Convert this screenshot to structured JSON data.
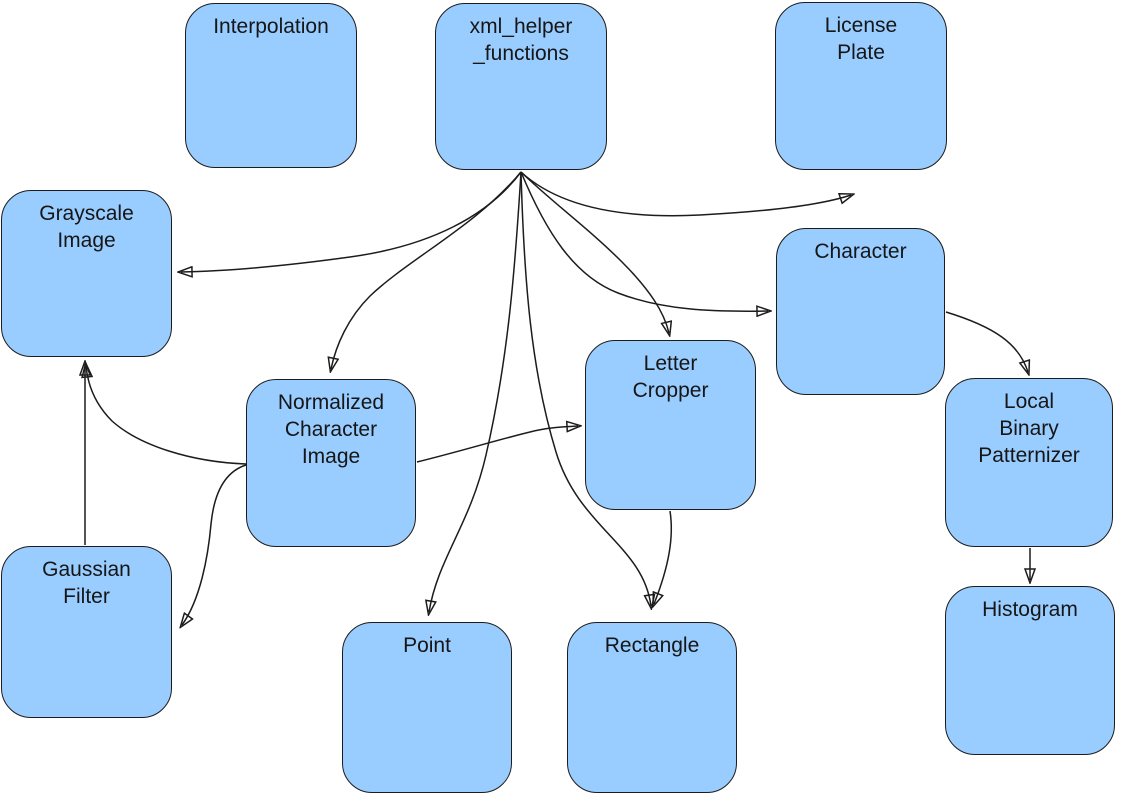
{
  "diagram": {
    "type": "class-dependency-diagram",
    "colors": {
      "node_fill": "#99ccff",
      "node_border": "#1c1c1c",
      "edge": "#1c1c1c",
      "text": "#161616",
      "background": "#ffffff"
    },
    "nodes": [
      {
        "id": "interpolation",
        "label": "Interpolation"
      },
      {
        "id": "xml_helper_functions",
        "label": "xml_helper\n_functions"
      },
      {
        "id": "license_plate",
        "label": "License\nPlate"
      },
      {
        "id": "grayscale_image",
        "label": "Grayscale\nImage"
      },
      {
        "id": "character",
        "label": "Character"
      },
      {
        "id": "normalized_character_image",
        "label": "Normalized\nCharacter\nImage"
      },
      {
        "id": "letter_cropper",
        "label": "Letter\nCropper"
      },
      {
        "id": "local_binary_patternizer",
        "label": "Local\nBinary\nPatternizer"
      },
      {
        "id": "gaussian_filter",
        "label": "Gaussian\nFilter"
      },
      {
        "id": "point",
        "label": "Point"
      },
      {
        "id": "rectangle",
        "label": "Rectangle"
      },
      {
        "id": "histogram",
        "label": "Histogram"
      }
    ],
    "edges": [
      {
        "from": "xml_helper_functions",
        "to": "license_plate"
      },
      {
        "from": "xml_helper_functions",
        "to": "grayscale_image"
      },
      {
        "from": "xml_helper_functions",
        "to": "normalized_character_image"
      },
      {
        "from": "xml_helper_functions",
        "to": "character"
      },
      {
        "from": "xml_helper_functions",
        "to": "letter_cropper"
      },
      {
        "from": "xml_helper_functions",
        "to": "point"
      },
      {
        "from": "xml_helper_functions",
        "to": "rectangle"
      },
      {
        "from": "normalized_character_image",
        "to": "letter_cropper"
      },
      {
        "from": "normalized_character_image",
        "to": "grayscale_image"
      },
      {
        "from": "normalized_character_image",
        "to": "gaussian_filter"
      },
      {
        "from": "gaussian_filter",
        "to": "grayscale_image"
      },
      {
        "from": "character",
        "to": "local_binary_patternizer"
      },
      {
        "from": "letter_cropper",
        "to": "rectangle"
      },
      {
        "from": "local_binary_patternizer",
        "to": "histogram"
      }
    ]
  }
}
